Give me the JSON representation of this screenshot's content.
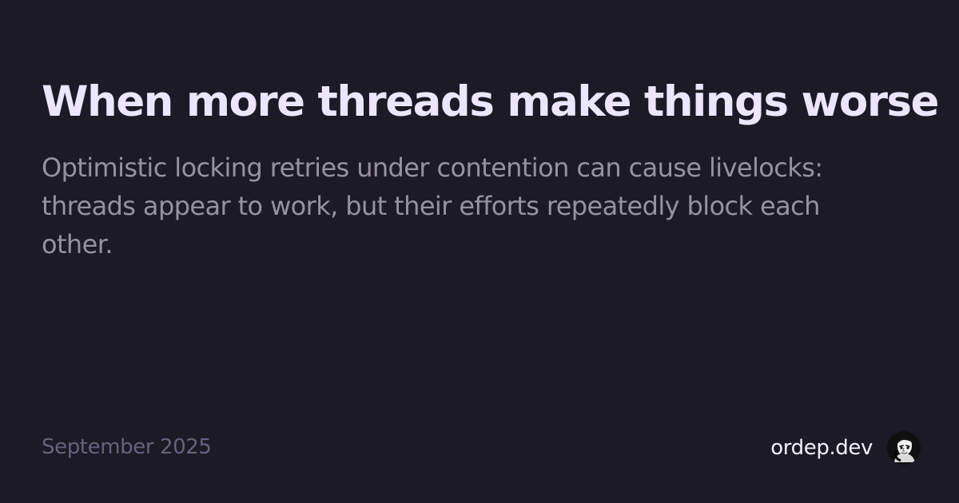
{
  "post": {
    "title": "When more threads make things worse",
    "subtitle": "Optimistic locking retries under contention can cause livelocks: threads appear to work, but their efforts repeatedly block each other.",
    "date": "September 2025"
  },
  "brand": {
    "site": "ordep.dev",
    "avatar_icon": "author-avatar-icon"
  },
  "colors": {
    "background": "#1b1a26",
    "title": "#ebe6fb",
    "subtitle": "#97929f",
    "date": "#66637a",
    "site": "#f2f0f8"
  }
}
